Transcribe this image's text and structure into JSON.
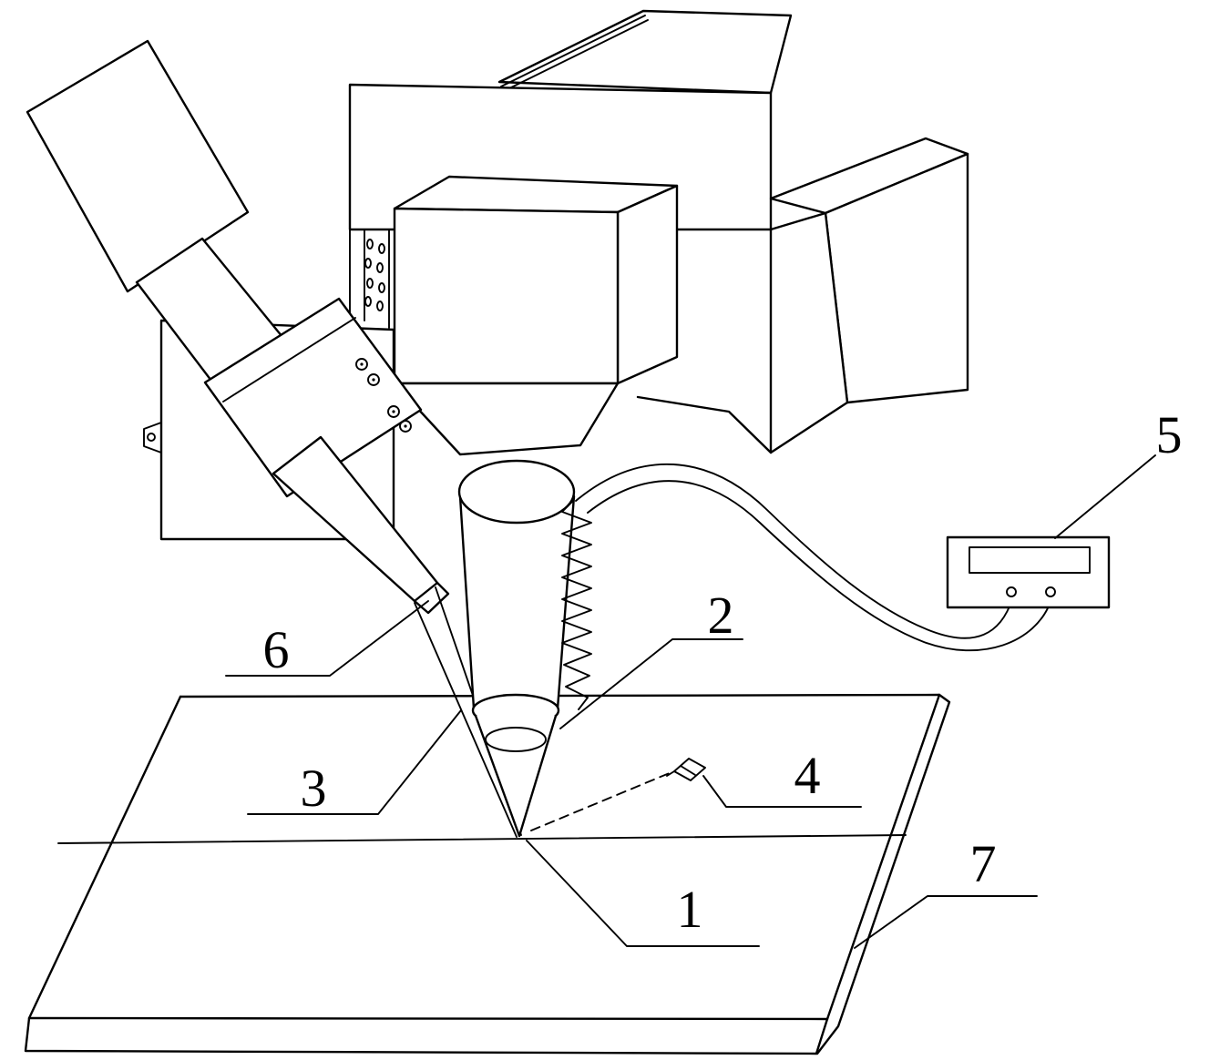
{
  "diagram": {
    "figure_kind": "patent-style technical line drawing",
    "colors": {
      "background": "#ffffff",
      "line": "#000000"
    },
    "part_labels": [
      {
        "number": "1"
      },
      {
        "number": "2"
      },
      {
        "number": "3"
      },
      {
        "number": "4"
      },
      {
        "number": "5"
      },
      {
        "number": "6"
      },
      {
        "number": "7"
      }
    ]
  }
}
